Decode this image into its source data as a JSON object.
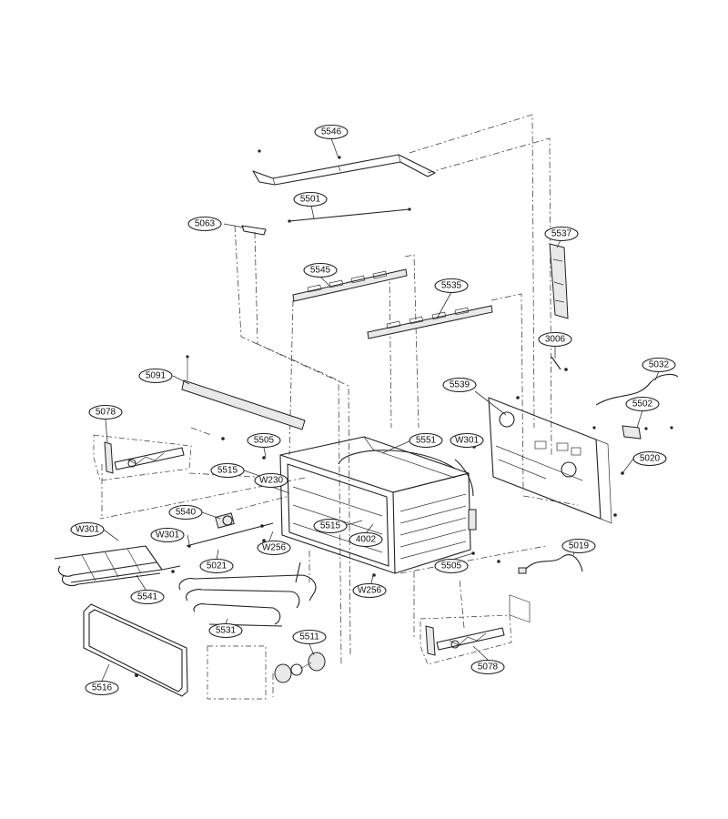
{
  "diagram": {
    "part_labels": [
      "5546",
      "5501",
      "5063",
      "5537",
      "5545",
      "5535",
      "3006",
      "5091",
      "5032",
      "5539",
      "5502",
      "5078",
      "W301",
      "5551",
      "5505",
      "5020",
      "5515",
      "W230",
      "5540",
      "5515",
      "4002",
      "W301",
      "W256",
      "W301",
      "5021",
      "5505",
      "5019",
      "5541",
      "W256",
      "5531",
      "5511",
      "5078",
      "5516"
    ]
  }
}
